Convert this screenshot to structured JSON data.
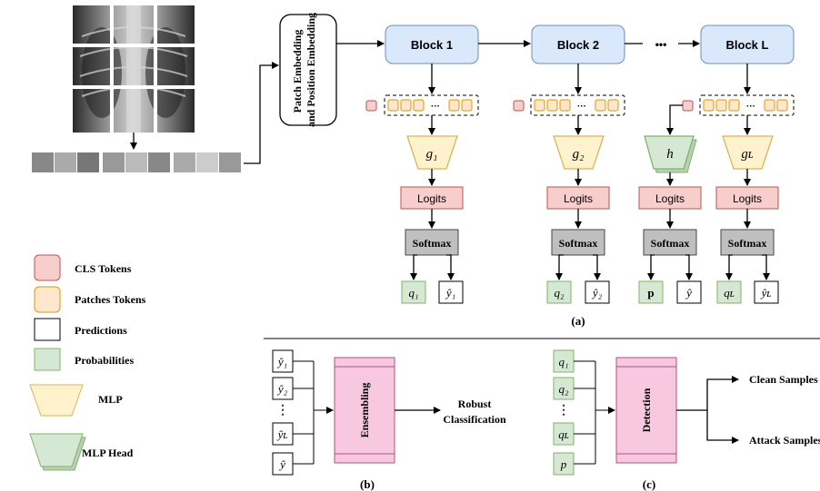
{
  "patch_embedding_label": "Patch Embedding and Position Embedding",
  "blocks": [
    "Block 1",
    "Block 2",
    "Block L"
  ],
  "block_ellipsis": "•••",
  "token_ellipsis": "···",
  "mlp_labels": [
    "g₁",
    "g₂",
    "h",
    "gʟ"
  ],
  "logits_label": "Logits",
  "softmax_label": "Softmax",
  "outputs": [
    {
      "left": "q₁",
      "right": "ŷ₁"
    },
    {
      "left": "q₂",
      "right": "ŷ₂"
    },
    {
      "left": "p",
      "right": "ŷ"
    },
    {
      "left": "qʟ",
      "right": "ŷʟ"
    }
  ],
  "panel_labels": [
    "(a)",
    "(b)",
    "(c)"
  ],
  "legend": [
    {
      "label": "CLS Tokens",
      "color": "#f8cecc"
    },
    {
      "label": "Patches Tokens",
      "color": "#ffe6cc"
    },
    {
      "label": "Predictions",
      "color": "#ffffff"
    },
    {
      "label": "Probabilities",
      "color": "#d5e8d4"
    },
    {
      "label": "MLP",
      "color": "#fff2cc"
    },
    {
      "label": "MLP Head",
      "color": "#d5e8d4"
    }
  ],
  "panel_b": {
    "inputs": [
      "ŷ₁",
      "ŷ₂",
      "ŷʟ",
      "ŷ"
    ],
    "dots": "⋮",
    "box_label": "Ensembling",
    "output": [
      "Robust",
      "Classification"
    ]
  },
  "panel_c": {
    "inputs": [
      "q₁",
      "q₂",
      "qʟ",
      "p"
    ],
    "dots": "⋮",
    "box_label": "Detection",
    "outputs": [
      "Clean Samples",
      "Attack Samples"
    ]
  },
  "colors": {
    "block_fill": "#dae8fc",
    "block_stroke": "#6c8ebf",
    "cls_fill": "#f8cecc",
    "cls_stroke": "#b85450",
    "patch_fill": "#ffe6cc",
    "patch_stroke": "#d79b00",
    "mlp_fill": "#fff2cc",
    "mlp_stroke": "#d6b656",
    "head_fill": "#d5e8d4",
    "head_stroke": "#82b366",
    "softmax_fill": "#bfbfbf",
    "pink_fill": "#f8c8e0",
    "pink_stroke": "#b05080"
  }
}
